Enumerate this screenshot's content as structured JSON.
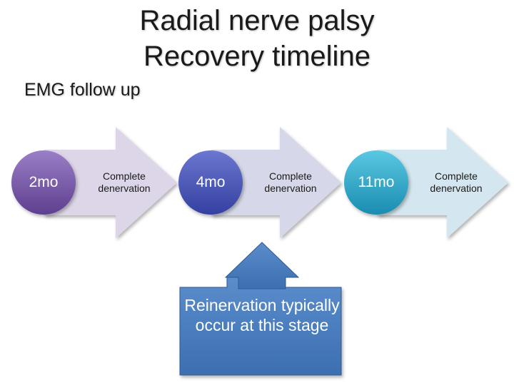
{
  "title": {
    "line1": "Radial nerve palsy",
    "line2": "Recovery timeline"
  },
  "subtitle": "EMG  follow up",
  "steps": [
    {
      "time": "2mo",
      "label_line1": "Complete",
      "label_line2": "denervation",
      "circle_color": "#7a5aa8",
      "arrow_color": "#ddd6e8"
    },
    {
      "time": "4mo",
      "label_line1": "Complete",
      "label_line2": "denervation",
      "circle_color": "#4a56b8",
      "arrow_color": "#d6d8ea"
    },
    {
      "time": "11mo",
      "label_line1": "Complete",
      "label_line2": "denervation",
      "circle_color": "#2aa6c8",
      "arrow_color": "#d4e6ef"
    }
  ],
  "callout": {
    "text": "Reinervation typically occur at this stage",
    "color": "#4a7cbc"
  }
}
